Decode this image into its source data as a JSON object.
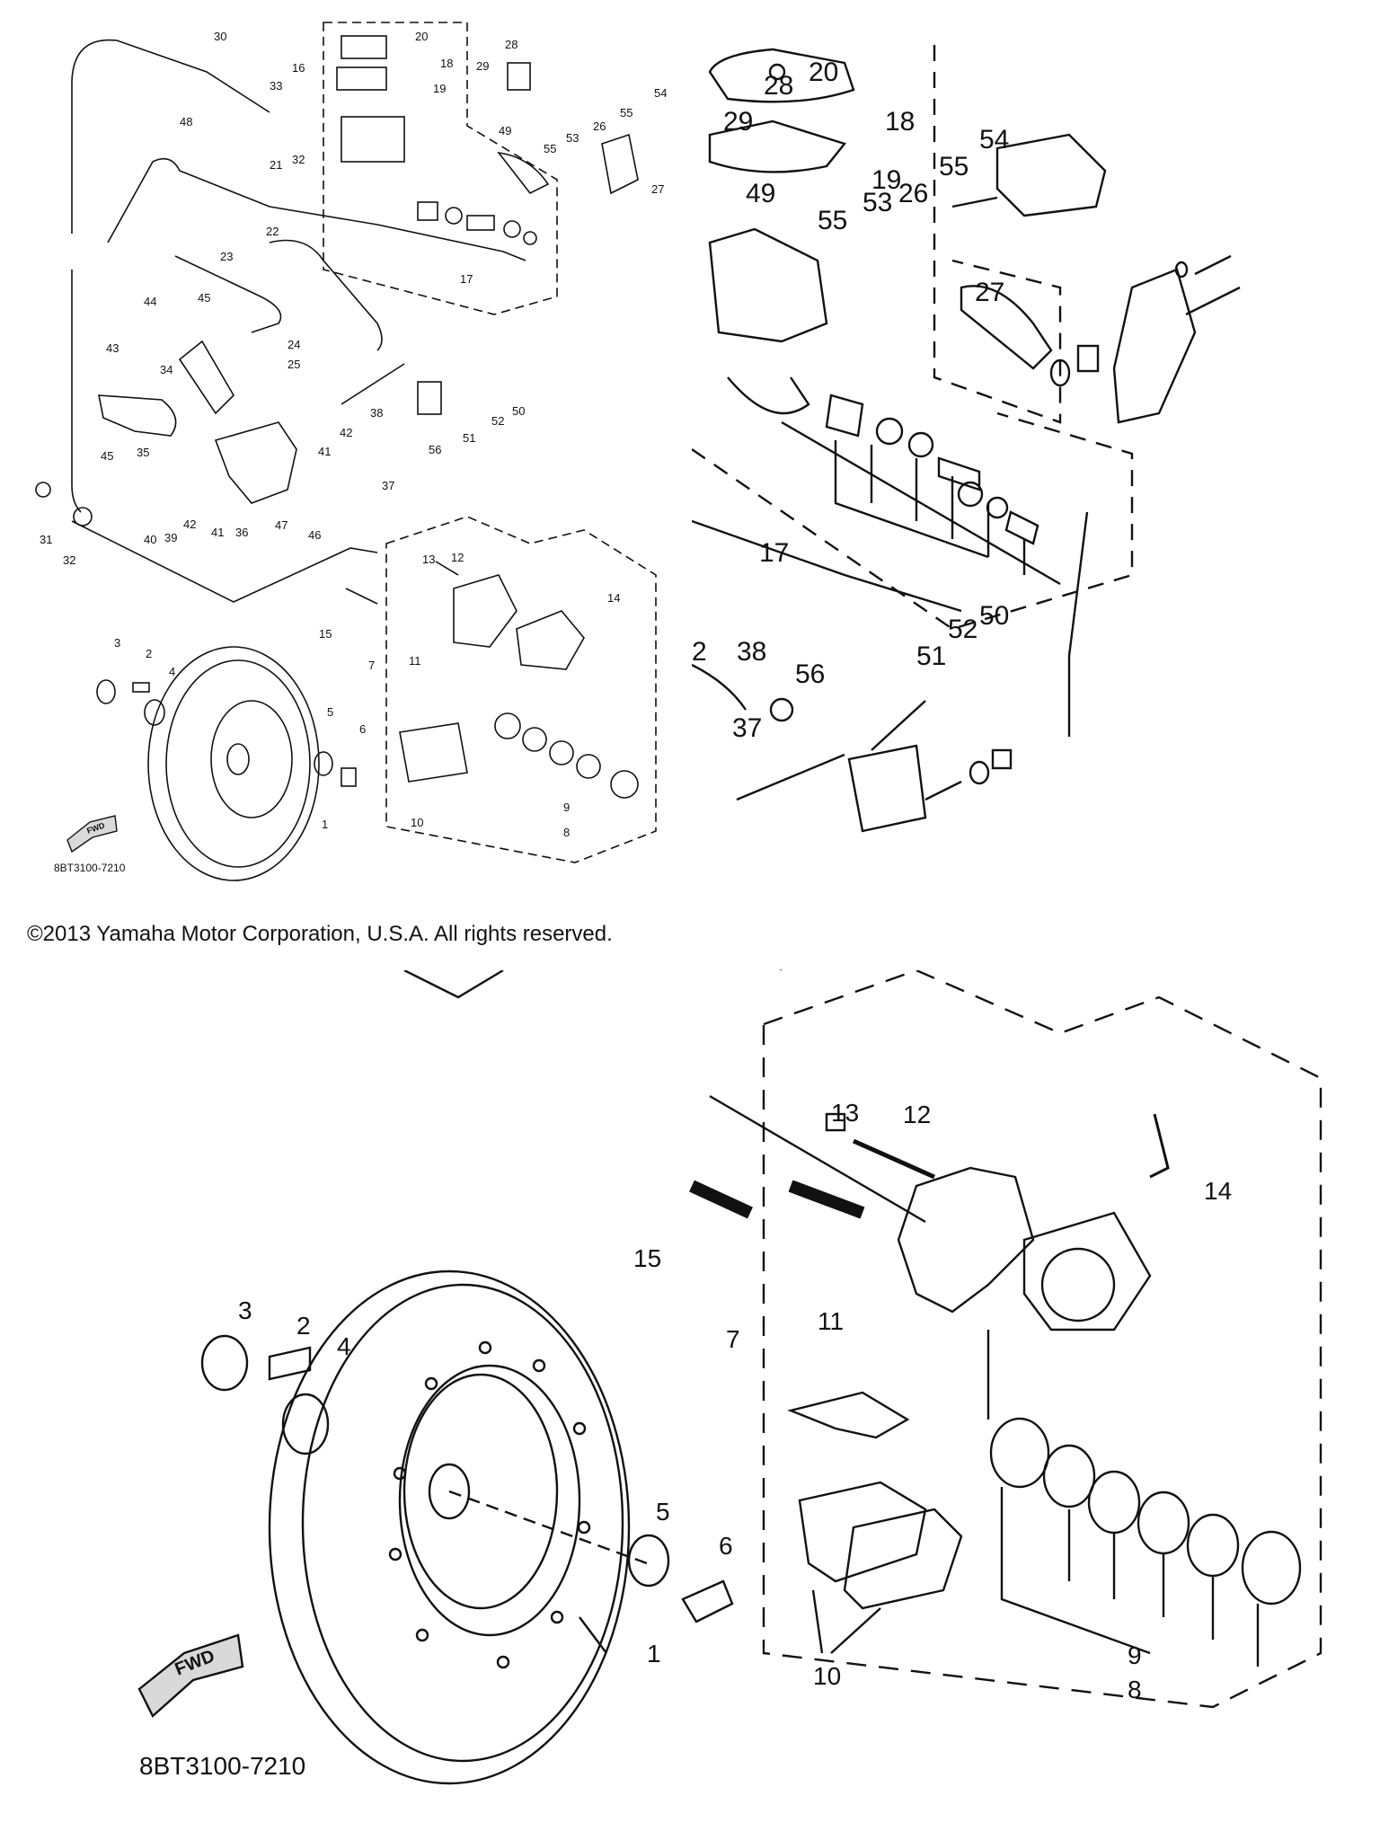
{
  "copyright": "©2013 Yamaha Motor Corporation, U.S.A. All rights reserved.",
  "diagram_code": "8BT3100-7210",
  "fwd_arrow_label": "FWD",
  "overview": {
    "labels": {
      "1": "1",
      "2": "2",
      "3": "3",
      "4": "4",
      "5": "5",
      "6": "6",
      "7": "7",
      "8": "8",
      "9": "9",
      "10": "10",
      "11": "11",
      "12": "12",
      "13": "13",
      "14": "14",
      "15": "15",
      "16": "16",
      "17": "17",
      "18": "18",
      "19": "19",
      "20": "20",
      "21": "21",
      "22": "22",
      "23": "23",
      "24": "24",
      "25": "25",
      "26": "26",
      "27": "27",
      "28": "28",
      "29": "29",
      "30": "30",
      "31": "31",
      "32a": "32",
      "32b": "32",
      "33": "33",
      "34": "34",
      "35": "35",
      "36": "36",
      "37": "37",
      "38": "38",
      "39": "39",
      "40": "40",
      "41a": "41",
      "41b": "41",
      "42a": "42",
      "42b": "42",
      "43": "43",
      "44": "44",
      "45a": "45",
      "45b": "45",
      "46": "46",
      "47": "47",
      "48": "48",
      "49": "49",
      "50": "50",
      "51": "51",
      "52": "52",
      "53": "53",
      "54": "54",
      "55a": "55",
      "55b": "55",
      "56": "56"
    }
  },
  "zoom_top": {
    "labels": {
      "17": "17",
      "18": "18",
      "19": "19",
      "20": "20",
      "26": "26",
      "27": "27",
      "28": "28",
      "29": "29",
      "37": "37",
      "38": "38",
      "49": "49",
      "50": "50",
      "51": "51",
      "52": "52",
      "53": "53",
      "54": "54",
      "55a": "55",
      "55b": "55",
      "56": "56",
      "2": "2"
    }
  },
  "zoom_bottom": {
    "labels": {
      "1": "1",
      "2": "2",
      "3": "3",
      "4": "4",
      "5": "5",
      "6": "6",
      "7": "7",
      "8": "8",
      "9": "9",
      "10": "10",
      "11": "11",
      "12": "12",
      "13": "13",
      "14": "14",
      "15": "15"
    }
  },
  "colors": {
    "ink": "#111111",
    "paper": "#ffffff",
    "arrow_fill": "#d9d9d9"
  }
}
